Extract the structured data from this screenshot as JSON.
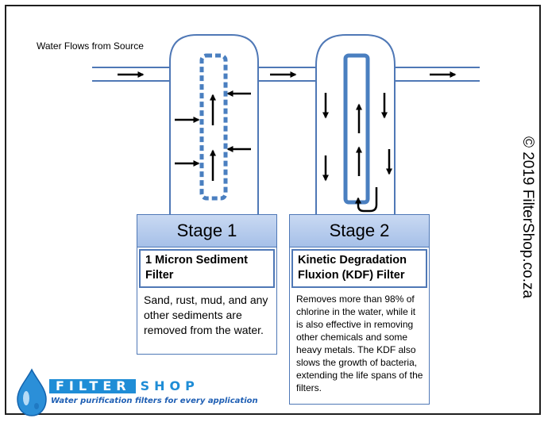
{
  "flow_label": "Water Flows from Source",
  "stage1": {
    "title": "Stage 1",
    "subtitle": "1 Micron Sediment Filter",
    "description": "Sand, rust, mud, and any other sediments are removed from the water."
  },
  "stage2": {
    "title": "Stage 2",
    "subtitle": "Kinetic Degradation Fluxion (KDF) Filter",
    "description": "Removes more than 98% of chlorine in the water, while it is also effective in removing other chemicals and some heavy metals. The KDF also slows the growth of bacteria, extending the life spans of the filters."
  },
  "copyright": "© 2019 FilterShop.co.za",
  "logo": {
    "word_part1": "FILTER",
    "word_part2": "SHOP",
    "tagline": "Water purification filters for every application"
  },
  "colors": {
    "outline": "#4f78b6",
    "element": "#4a7fc0",
    "brand": "#1f8dd6",
    "stage_header": "#b7cdee"
  }
}
